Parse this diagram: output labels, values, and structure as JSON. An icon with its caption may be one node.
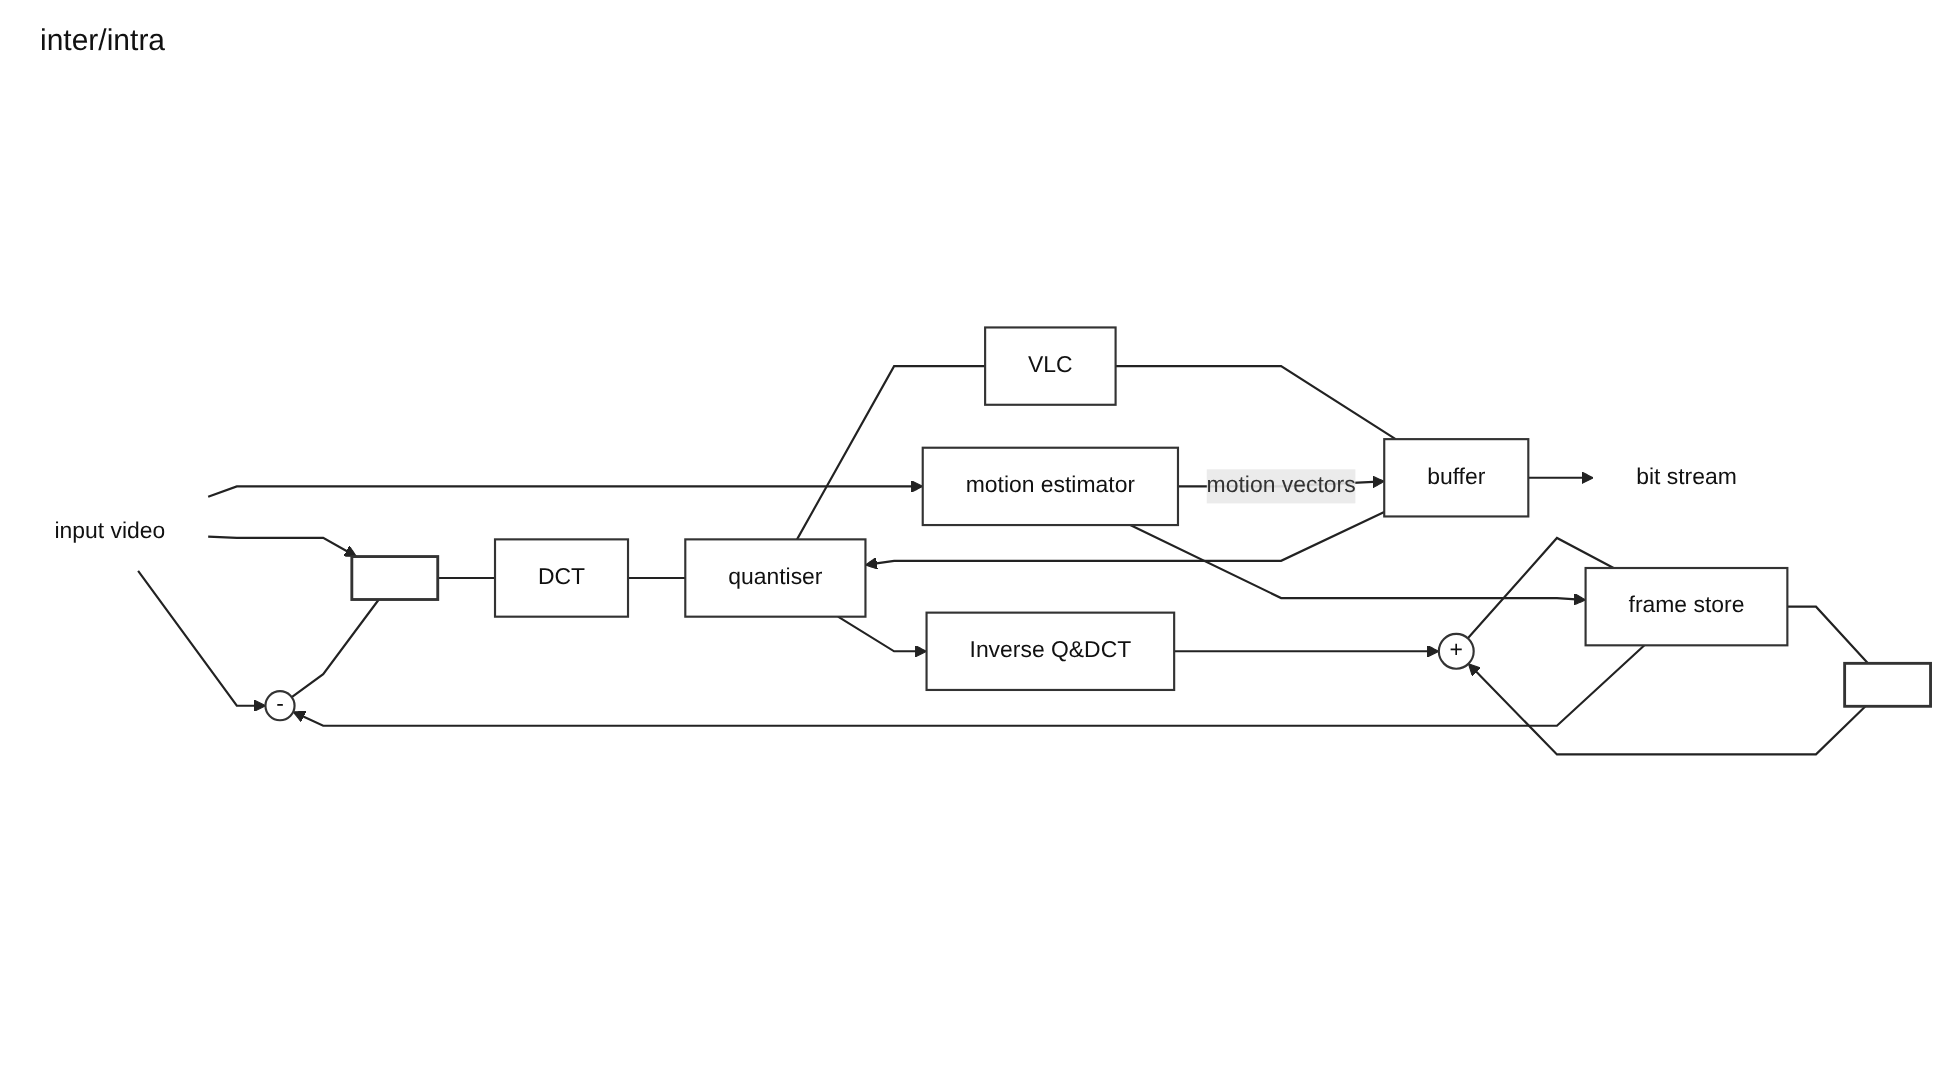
{
  "diagram": {
    "nodes": [
      {
        "text": [
          "input video"
        ]
      },
      {
        "text": [
          "-"
        ]
      },
      {
        "text": [],
        "shape": "switch"
      },
      {
        "text": [
          "DCT"
        ]
      },
      {
        "text": [
          "quantiser"
        ]
      },
      {
        "text": [
          "VLC"
        ]
      },
      {
        "text": [
          "buffer"
        ]
      },
      {
        "text": [
          "bit stream"
        ]
      },
      {
        "text": [],
        "shape": "switch"
      },
      {
        "text": [
          "+"
        ]
      },
      {
        "text": [
          "Inverse Q&DCT"
        ]
      },
      {
        "text": [
          "frame store"
        ]
      },
      {
        "text": [
          "motion estimator"
        ]
      }
    ],
    "edges": [
      {
        "from": 0,
        "to": 1,
        "arrow": "to"
      },
      {
        "from": 0,
        "to": 2,
        "arrow": "to"
      },
      {
        "from": 0,
        "to": 12,
        "arrow": "to"
      },
      {
        "from": 1,
        "to": 2,
        "arrow": "none"
      },
      {
        "from": 2,
        "to": 3,
        "arrow": "none"
      },
      {
        "from": 3,
        "to": 4,
        "arrow": "none"
      },
      {
        "from": 4,
        "to": 5,
        "arrow": "none"
      },
      {
        "from": 5,
        "to": 6,
        "arrow": "none"
      },
      {
        "from": 6,
        "to": 7,
        "arrow": "to"
      },
      {
        "from": 6,
        "to": 4,
        "arrow": "to"
      },
      {
        "from": 4,
        "to": 10,
        "arrow": "to"
      },
      {
        "from": 10,
        "to": 9,
        "arrow": "to"
      },
      {
        "from": 8,
        "to": 9,
        "arrow": "to"
      },
      {
        "from": 9,
        "to": 11,
        "arrow": "none"
      },
      {
        "from": 11,
        "to": 1,
        "arrow": "to"
      },
      {
        "from": 11,
        "to": 8,
        "arrow": "none"
      },
      {
        "from": 12,
        "to": 11,
        "arrow": "to"
      },
      {
        "from": 12,
        "to": 6,
        "arrow": "to",
        "label": "motion vectors"
      }
    ],
    "labels": [
      "inter/intra"
    ]
  }
}
